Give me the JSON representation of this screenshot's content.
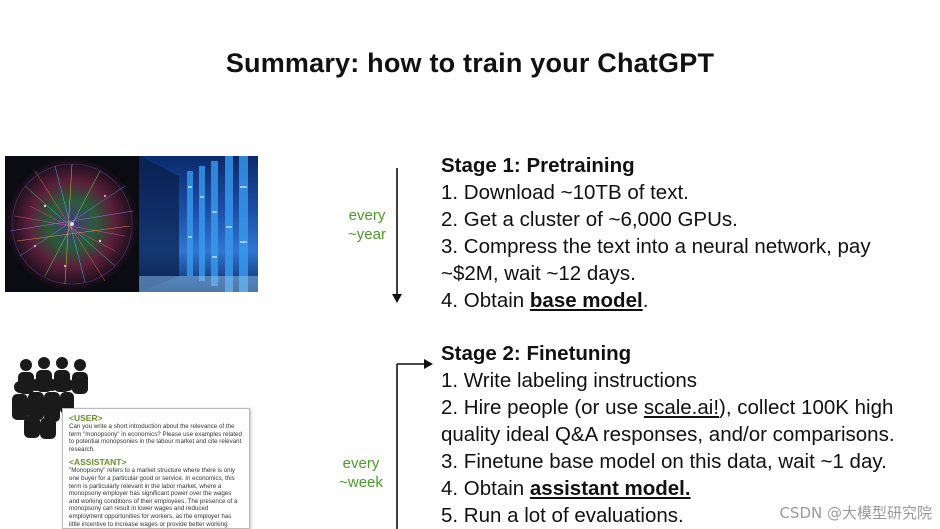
{
  "slide": {
    "title": "Summary: how to train your ChatGPT"
  },
  "stage1": {
    "title": "Stage 1: Pretraining",
    "frequency": [
      "every",
      "~year"
    ],
    "steps": [
      "1. Download ~10TB of text.",
      "2. Get a cluster of ~6,000 GPUs.",
      "3. Compress the text into a neural network, pay",
      "~$2M, wait ~12 days."
    ],
    "step4_prefix": "4. Obtain ",
    "step4_emph": "base model",
    "step4_suffix": "."
  },
  "stage2": {
    "title": "Stage 2: Finetuning",
    "frequency": [
      "every",
      "~week"
    ],
    "step1": "1. Write labeling instructions",
    "step2_prefix": "2. Hire people (or use ",
    "step2_link": "scale.ai!",
    "step2_suffix": "), collect 100K high",
    "step2_cont": "quality ideal Q&A responses, and/or comparisons.",
    "step3": "3. Finetune base model on this data, wait ~1 day.",
    "step4_prefix": "4. Obtain ",
    "step4_emph": "assistant model.",
    "step5": "5. Run a lot of evaluations."
  },
  "chat_example": {
    "user_tag": "<USER>",
    "user_text": "Can you write a short introduction about the relevance of the term \"monopsony\" in economics? Please use examples related to potential monopsonies in the labour market and cite relevant research.",
    "assistant_tag": "<ASSISTANT>",
    "assistant_text": "\"Monopsony\" refers to a market structure where there is only one buyer for a particular good or service. In economics, this term is particularly relevant in the labor market, where a monopsony employer has significant power over the wages and working conditions of their employees. The presence of a monopsony can result in lower wages and reduced employment opportunities for workers, as the employer has little incentive to increase wages or provide better working conditions..."
  },
  "watermark": "CSDN @大模型研究院",
  "colors": {
    "frequency_text": "#4a9a2a",
    "chat_tag": "#6b8f2a"
  }
}
